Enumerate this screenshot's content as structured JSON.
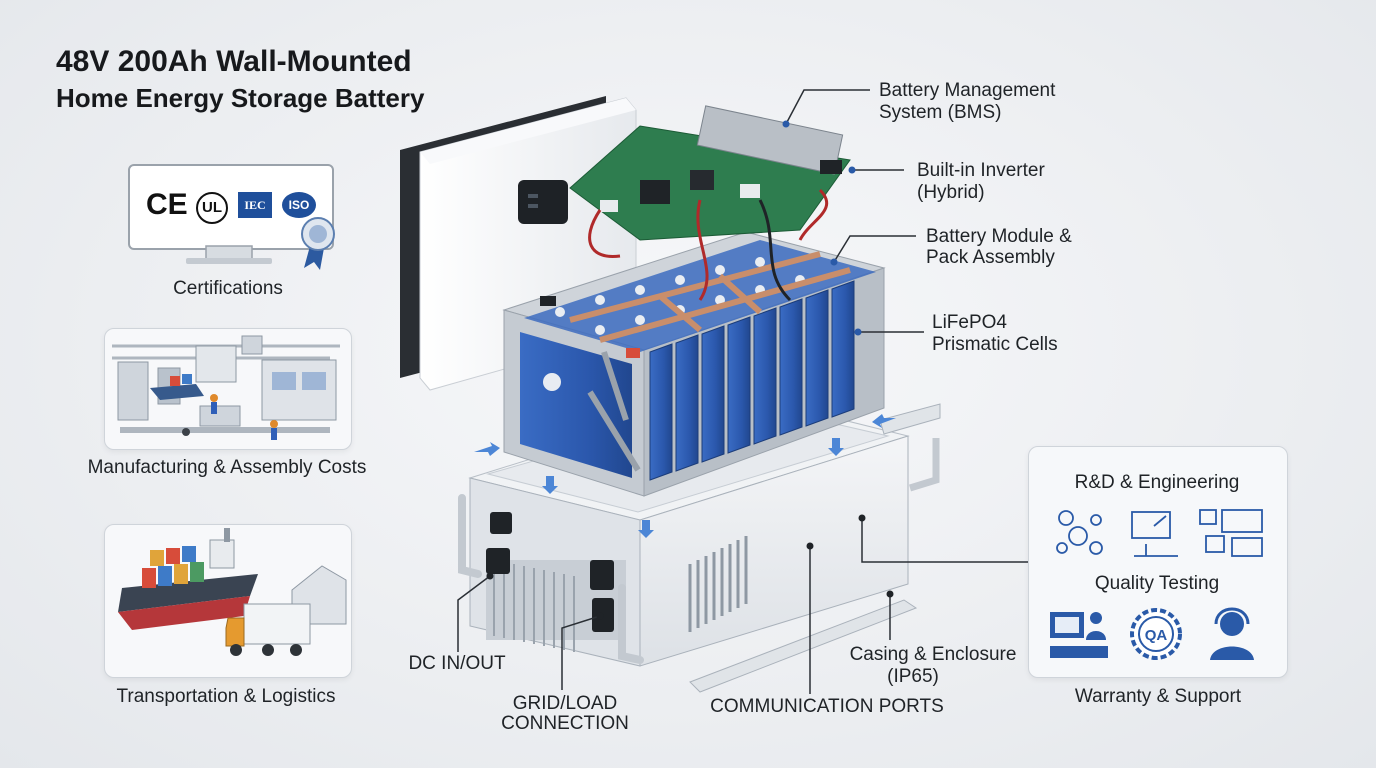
{
  "header": {
    "title": "48V 200Ah Wall-Mounted",
    "subtitle": "Home Energy Storage Battery"
  },
  "left_panels": {
    "certifications": {
      "label": "Certifications",
      "logos": [
        "CE",
        "UL",
        "IEC",
        "ISO"
      ]
    },
    "manufacturing": {
      "label": "Manufacturing & Assembly Costs"
    },
    "transportation": {
      "label": "Transportation & Logistics"
    }
  },
  "callouts": {
    "bms": {
      "line1": "Battery Management",
      "line2": "System (BMS)"
    },
    "inverter": {
      "line1": "Built-in Inverter",
      "line2": "(Hybrid)"
    },
    "module": {
      "line1": "Battery Module &",
      "line2": "Pack Assembly"
    },
    "cells": {
      "line1": "LiFePO4",
      "line2": "Prismatic Cells"
    },
    "casing": {
      "line1": "Casing & Enclosure",
      "line2": "(IP65)"
    },
    "dc": {
      "line1": "DC IN/OUT"
    },
    "grid": {
      "line1": "GRID/LOAD",
      "line2": "CONNECTION"
    },
    "comm": {
      "line1": "COMMUNICATION PORTS"
    }
  },
  "right_panel": {
    "rnd_label": "R&D & Engineering",
    "qa_label": "Quality Testing",
    "qa_badge": "QA",
    "warranty_label": "Warranty & Support"
  },
  "colors": {
    "cell_blue": "#2f5fb8",
    "pcb_green": "#2e7d4f",
    "icon_blue": "#2a5aa8",
    "leader_line": "#2a2f35"
  }
}
